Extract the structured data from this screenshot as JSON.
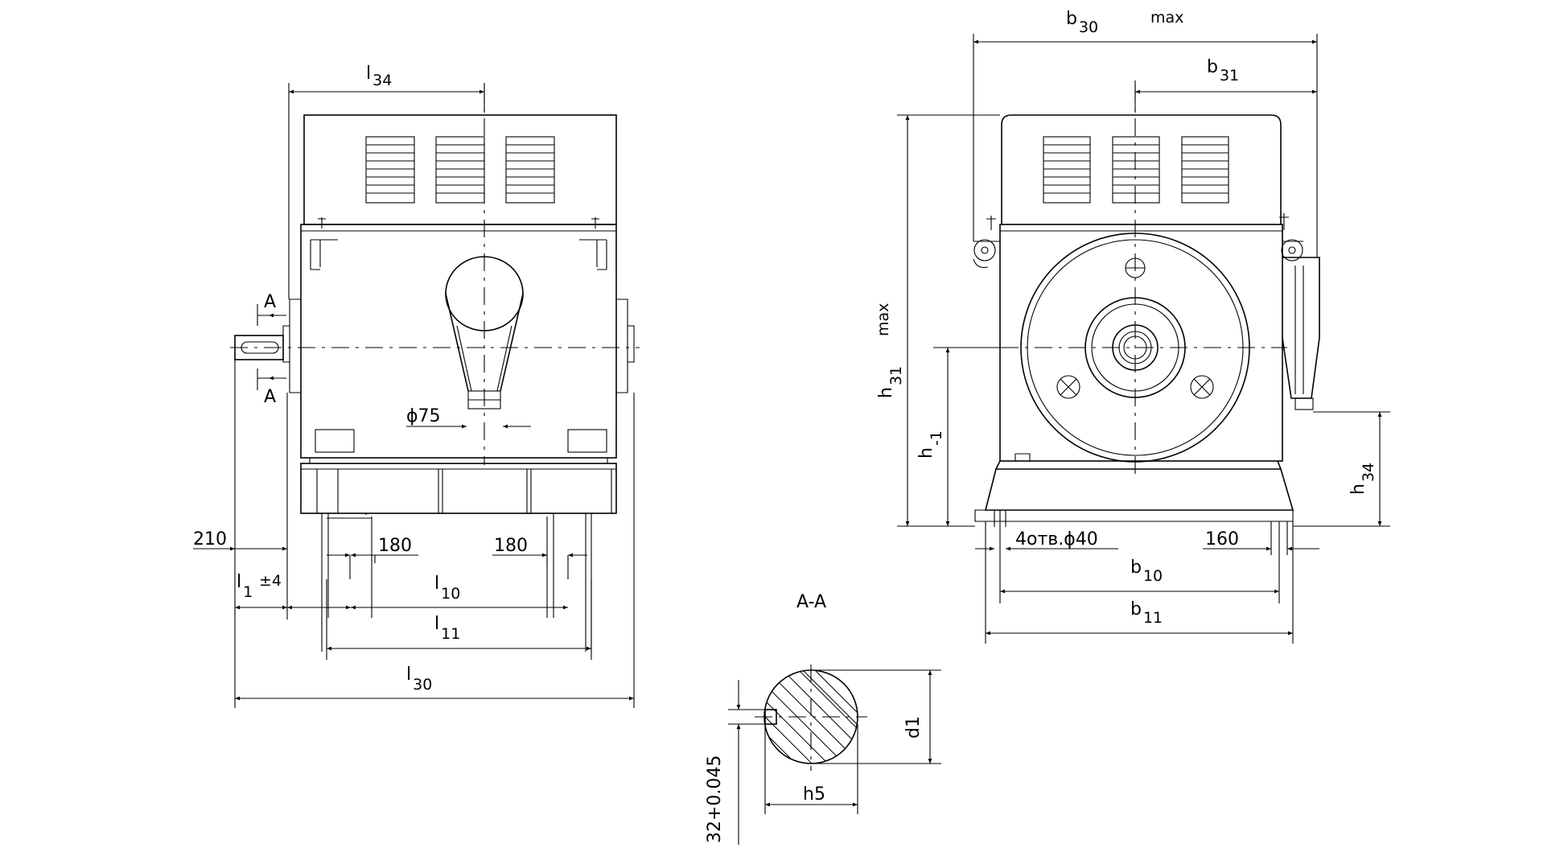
{
  "side_view": {
    "l34": {
      "base": "l",
      "sub": "34"
    },
    "section_a_top": "A",
    "section_a_bottom": "A",
    "dia75": "ϕ75",
    "dim_210": "210",
    "dim_180_left": "180",
    "dim_180_right": "180",
    "l1": {
      "base": "l",
      "sub": "1",
      "tol": "±4"
    },
    "l10": {
      "base": "l",
      "sub": "10"
    },
    "l11": {
      "base": "l",
      "sub": "11"
    },
    "l30": {
      "base": "l",
      "sub": "30"
    }
  },
  "end_view": {
    "b30": {
      "base": "b",
      "sub": "30",
      "suffix": "max"
    },
    "b31": {
      "base": "b",
      "sub": "31"
    },
    "h31": {
      "base": "h",
      "sub": "31",
      "suffix": "max"
    },
    "h1": {
      "base": "h",
      "sub": "-1"
    },
    "h34": {
      "base": "h",
      "sub": "34"
    },
    "holes": "4отв.ϕ40",
    "dim_160": "160",
    "b10": {
      "base": "b",
      "sub": "10"
    },
    "b11": {
      "base": "b",
      "sub": "11"
    }
  },
  "section_view": {
    "title": "A-A",
    "d1": "d1",
    "h5": "h5",
    "tol": "32+0.045"
  }
}
